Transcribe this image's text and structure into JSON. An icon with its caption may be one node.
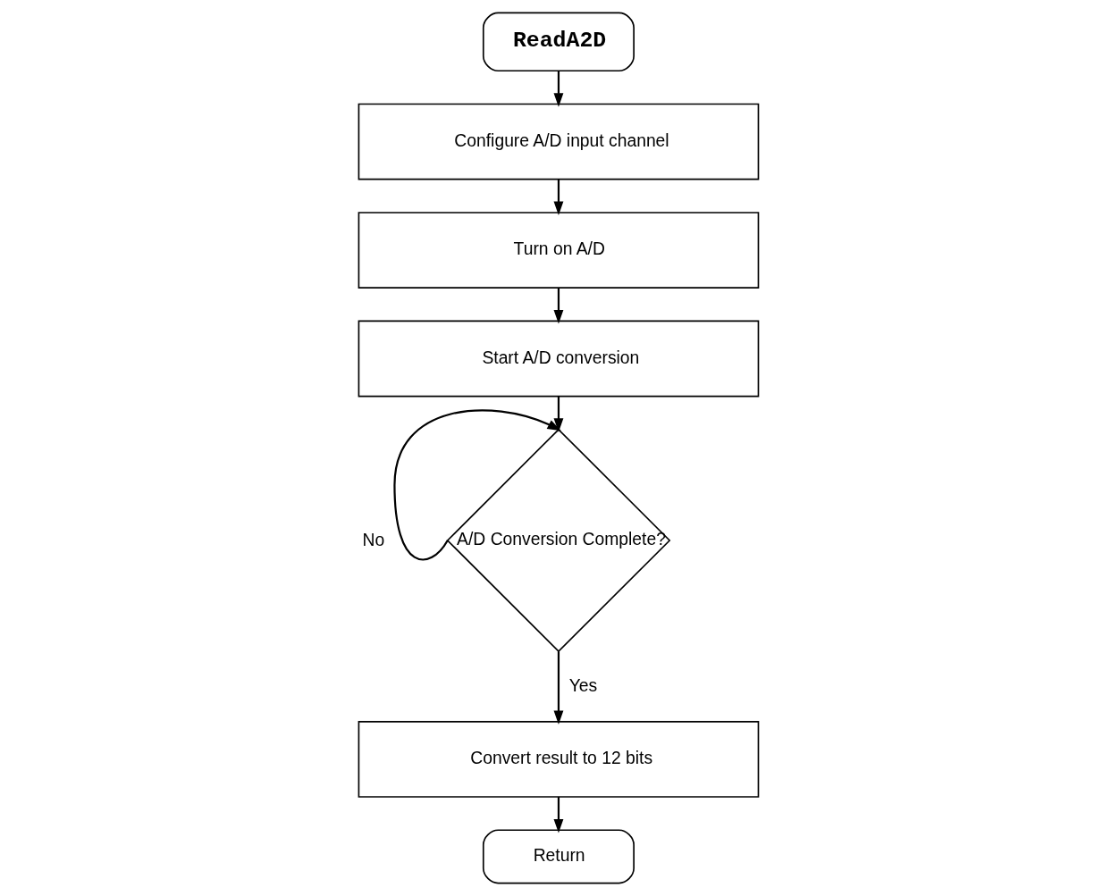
{
  "diagram": {
    "nodes": [
      {
        "text": [
          "ReadA2D"
        ]
      },
      {
        "text": [
          "Configure A/D input channel"
        ]
      },
      {
        "text": [
          "Turn on A/D"
        ]
      },
      {
        "text": [
          "Start A/D conversion"
        ]
      },
      {
        "text": [
          "A/D Conversion Complete?"
        ]
      },
      {
        "text": [
          "Convert result to 12 bits"
        ]
      },
      {
        "text": [
          "Return"
        ]
      }
    ],
    "edges": [
      {
        "from": 0,
        "to": 1,
        "arrow": "to"
      },
      {
        "from": 1,
        "to": 2,
        "arrow": "to"
      },
      {
        "from": 2,
        "to": 3,
        "arrow": "to"
      },
      {
        "from": 3,
        "to": 4,
        "arrow": "to"
      },
      {
        "from": 4,
        "to": 4,
        "arrow": "to",
        "label": "No"
      },
      {
        "from": 4,
        "to": 5,
        "arrow": "to",
        "label": "Yes"
      },
      {
        "from": 5,
        "to": 6,
        "arrow": "to"
      }
    ]
  }
}
